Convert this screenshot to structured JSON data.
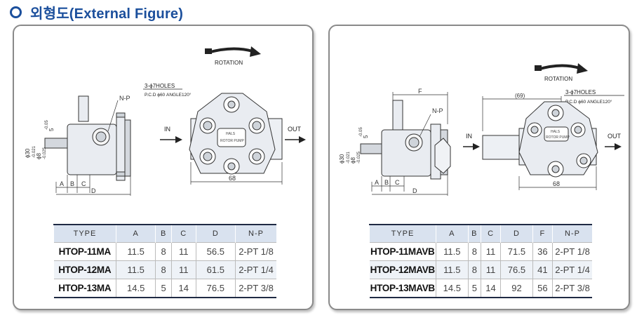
{
  "heading": "외형도(External Figure)",
  "left": {
    "labels": {
      "rotation": "ROTATION",
      "holes": "3-ϕ7HOLES",
      "pcd": "P.C.D ϕ60 ANGLE120°",
      "np": "N-P",
      "in": "IN",
      "out": "OUT",
      "dim68": "68",
      "dimA": "A",
      "dimB": "B",
      "dimC": "C",
      "dimD": "D",
      "shaft1": "ϕ30",
      "shaft1tol": "-0.021",
      "shaft2": "ϕ8",
      "shaft2tol": "-0.025",
      "key": "5",
      "keytol": "-0.05",
      "plate1": "HALS",
      "plate2": "ROTOR PUMP"
    },
    "table": {
      "headers": [
        "TYPE",
        "A",
        "B",
        "C",
        "D",
        "N-P"
      ],
      "rows": [
        [
          "HTOP-11MA",
          "11.5",
          "8",
          "11",
          "56.5",
          "2-PT 1/8"
        ],
        [
          "HTOP-12MA",
          "11.5",
          "8",
          "11",
          "61.5",
          "2-PT 1/4"
        ],
        [
          "HTOP-13MA",
          "14.5",
          "5",
          "14",
          "76.5",
          "2-PT 3/8"
        ]
      ]
    }
  },
  "right": {
    "labels": {
      "rotation": "ROTATION",
      "holes": "3-ϕ7HOLES",
      "pcd": "P.C.D ϕ60 ANGLE120°",
      "np": "N-P",
      "in": "IN",
      "out": "OUT",
      "dim68": "68",
      "dim69": "(69)",
      "dimA": "A",
      "dimB": "B",
      "dimC": "C",
      "dimD": "D",
      "dimF": "F",
      "shaft1": "ϕ30",
      "shaft1tol": "-0.021",
      "shaft2": "ϕ8",
      "shaft2tol": "-0.025",
      "key": "5",
      "keytol": "-0.05",
      "plate1": "HALS",
      "plate2": "ROTOR PUMP"
    },
    "table": {
      "headers": [
        "TYPE",
        "A",
        "B",
        "C",
        "D",
        "F",
        "N-P"
      ],
      "rows": [
        [
          "HTOP-11MAVB",
          "11.5",
          "8",
          "11",
          "71.5",
          "36",
          "2-PT 1/8"
        ],
        [
          "HTOP-12MAVB",
          "11.5",
          "8",
          "11",
          "76.5",
          "41",
          "2-PT 1/4"
        ],
        [
          "HTOP-13MAVB",
          "14.5",
          "5",
          "14",
          "92",
          "56",
          "2-PT 3/8"
        ]
      ]
    }
  }
}
